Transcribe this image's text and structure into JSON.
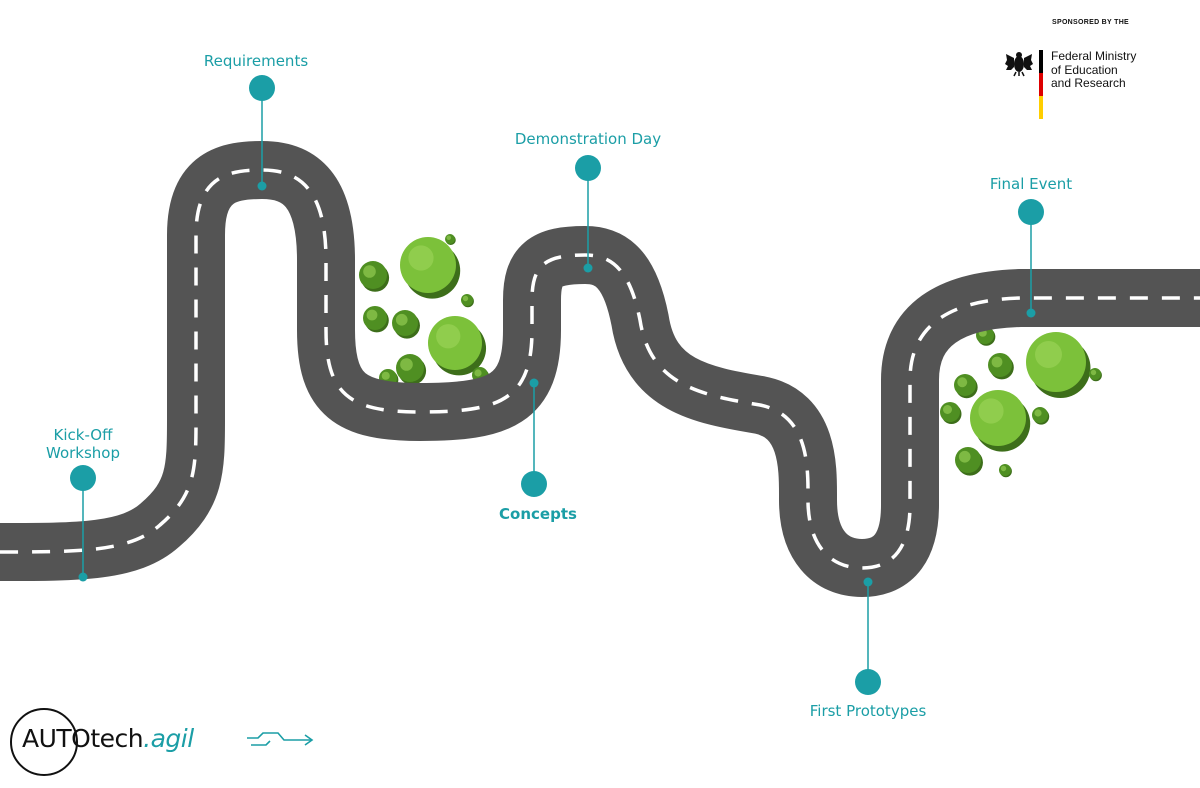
{
  "colors": {
    "accent": "#1b9ea6",
    "road": "#545454",
    "road_marking": "#ffffff",
    "tree_dark": "#4f8f22",
    "tree_light": "#7cc13a"
  },
  "milestones": [
    {
      "id": "kick-off",
      "lines": [
        "Kick-Off",
        "Workshop"
      ]
    },
    {
      "id": "requirements",
      "lines": [
        "Requirements"
      ]
    },
    {
      "id": "concepts",
      "lines": [
        "Concepts"
      ],
      "emphasized": true
    },
    {
      "id": "demonstration-day",
      "lines": [
        "Demonstration Day"
      ]
    },
    {
      "id": "first-prototypes",
      "lines": [
        "First Prototypes"
      ]
    },
    {
      "id": "final-event",
      "lines": [
        "Final Event"
      ]
    }
  ],
  "sponsor": {
    "caption": "SPONSORED BY THE",
    "ministry_lines": [
      "Federal Ministry",
      "of Education",
      "and Research"
    ]
  },
  "brand": {
    "name_main": "AUTOtech",
    "name_suffix": ".agil"
  }
}
